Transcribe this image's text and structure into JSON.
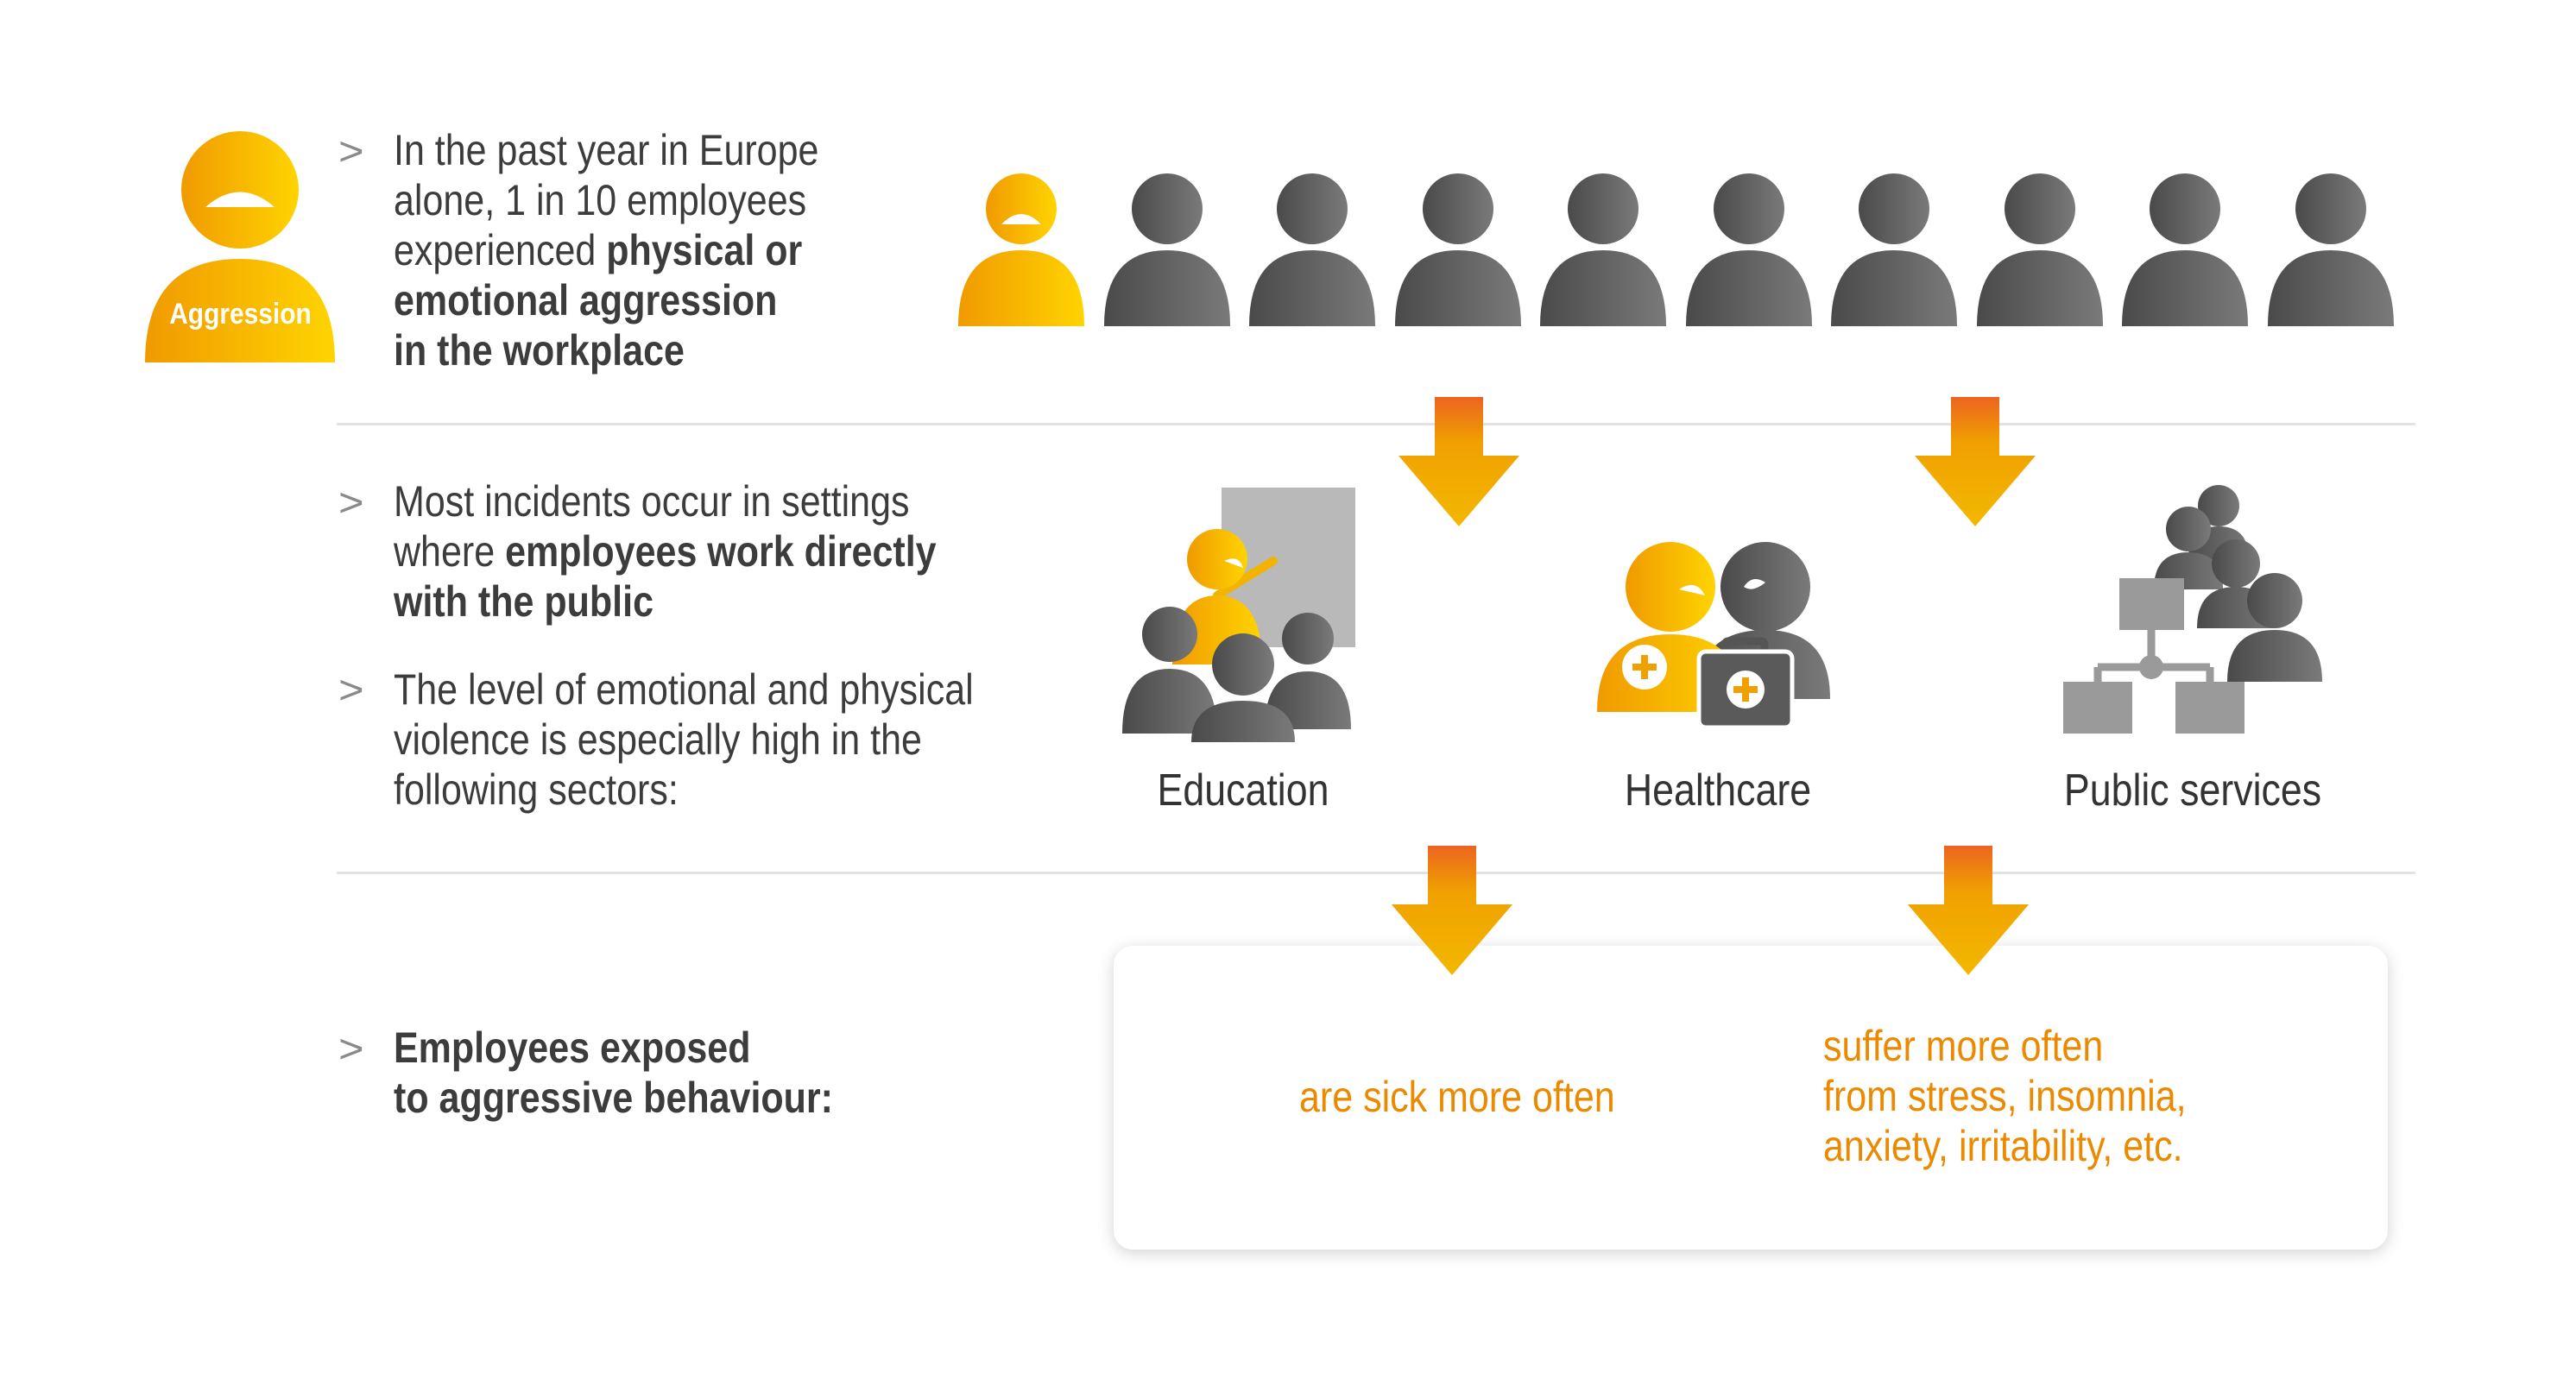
{
  "aggression_badge": {
    "label": "Aggression",
    "icon": "person-aggression-icon"
  },
  "row1": {
    "text_before": "In the past year in Europe alone, 1 in 10 employees experienced ",
    "lines": [
      "In the past year in Europe",
      "alone, 1 in 10 employees",
      "experienced ",
      "emotional aggression",
      "in the workplace"
    ],
    "bold_part_1": "physical or",
    "people_total": 10,
    "people_affected": 1
  },
  "row2": {
    "bullet1_lines": [
      "Most incidents occur in settings",
      "where "
    ],
    "bullet1_bold": [
      "employees work directly",
      "with the public"
    ],
    "bullet2_lines": [
      "The level of emotional and physical",
      "violence is especially high in the",
      "following sectors:"
    ],
    "sectors": [
      {
        "label": "Education",
        "icon": "education-icon"
      },
      {
        "label": "Healthcare",
        "icon": "healthcare-icon"
      },
      {
        "label": "Public services",
        "icon": "public-services-icon"
      }
    ]
  },
  "row3": {
    "lines": [
      "Employees exposed",
      "to aggressive behaviour:"
    ],
    "effect_1": "are sick more often",
    "effect_2_lines": [
      "suffer more often",
      "from stress, insomnia,",
      "anxiety, irritability, etc."
    ]
  },
  "colors": {
    "accent_yellow": "#ffd200",
    "accent_orange": "#f0a000",
    "arrow_top": "#ec6a1a",
    "person_gray": "#5a5a5a",
    "separator": "#e2e2e2"
  }
}
